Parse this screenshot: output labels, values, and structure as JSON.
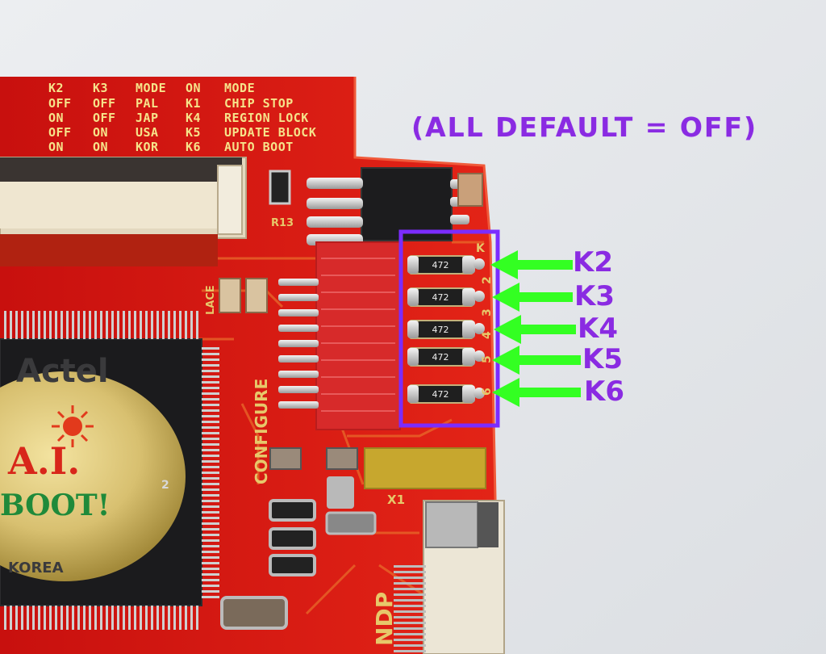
{
  "silkscreen_table": {
    "headers": [
      "K2",
      "K3",
      "MODE",
      "ON",
      "MODE"
    ],
    "rows": [
      [
        "OFF",
        "OFF",
        "PAL",
        "K1",
        "CHIP STOP"
      ],
      [
        "ON",
        "OFF",
        "JAP",
        "K4",
        "REGION LOCK"
      ],
      [
        "OFF",
        "ON",
        "USA",
        "K5",
        "UPDATE BLOCK"
      ],
      [
        "ON",
        "ON",
        "KOR",
        "K6",
        "AUTO BOOT"
      ]
    ]
  },
  "board_labels": {
    "configure": "CONFIGURE",
    "ndp": "NDP",
    "crystal": "X1",
    "resistor_ref": "R13",
    "led_ref": "LACE",
    "pad_digits": [
      "2",
      "3",
      "4",
      "5",
      "6"
    ],
    "pad_header": "K",
    "resistor_codes": [
      "472",
      "472",
      "472",
      "472",
      "472"
    ],
    "chip_brand": "Actel",
    "chip_origin": "KOREA",
    "chip_digit": "2"
  },
  "sticker": {
    "line1": "A.I.",
    "line2": "BOOT!"
  },
  "annotation": {
    "title": "(ALL DEFAULT = OFF)",
    "labels": [
      "K2",
      "K3",
      "K4",
      "K5",
      "K6"
    ],
    "box_color": "#7b2cff",
    "arrow_color": "#33ff22",
    "text_color": "#8a2be2"
  }
}
